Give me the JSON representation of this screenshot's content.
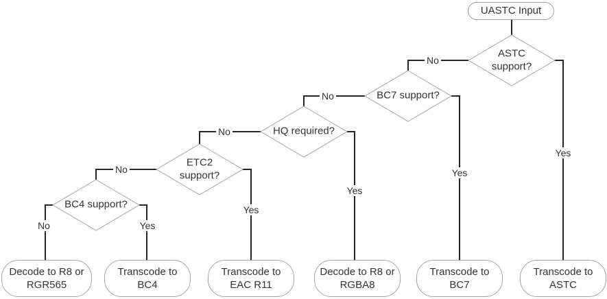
{
  "diagram": {
    "start": {
      "id": "start",
      "label": "UASTC Input"
    },
    "decisions": [
      {
        "id": "astc",
        "label": "ASTC\nsupport?"
      },
      {
        "id": "bc7",
        "label": "BC7 support?"
      },
      {
        "id": "hq",
        "label": "HQ required?"
      },
      {
        "id": "etc2",
        "label": "ETC2\nsupport?"
      },
      {
        "id": "bc4",
        "label": "BC4 support?"
      }
    ],
    "terminals": [
      {
        "id": "decode-r8-rgr565",
        "label": "Decode to R8 or\nRGR565"
      },
      {
        "id": "transcode-bc4",
        "label": "Transcode to\nBC4"
      },
      {
        "id": "transcode-eac-r11",
        "label": "Transcode to\nEAC R11"
      },
      {
        "id": "decode-r8-rgba8",
        "label": "Decode to R8 or\nRGBA8"
      },
      {
        "id": "transcode-bc7",
        "label": "Transcode to\nBC7"
      },
      {
        "id": "transcode-astc",
        "label": "Transcode to\nASTC"
      }
    ],
    "edges": [
      {
        "from": "start",
        "to": "astc"
      },
      {
        "from": "astc",
        "to": "bc7",
        "label": "No"
      },
      {
        "from": "astc",
        "to": "transcode-astc",
        "label": "Yes"
      },
      {
        "from": "bc7",
        "to": "hq",
        "label": "No"
      },
      {
        "from": "bc7",
        "to": "transcode-bc7",
        "label": "Yes"
      },
      {
        "from": "hq",
        "to": "etc2",
        "label": "No"
      },
      {
        "from": "hq",
        "to": "decode-r8-rgba8",
        "label": "Yes"
      },
      {
        "from": "etc2",
        "to": "bc4",
        "label": "No"
      },
      {
        "from": "etc2",
        "to": "transcode-eac-r11",
        "label": "Yes"
      },
      {
        "from": "bc4",
        "to": "decode-r8-rgr565",
        "label": "No"
      },
      {
        "from": "bc4",
        "to": "transcode-bc4",
        "label": "Yes"
      }
    ],
    "colors": {
      "background": "#ffffff",
      "node_border": "#a3a3a3",
      "connector": "#262626",
      "text": "#333333"
    }
  }
}
